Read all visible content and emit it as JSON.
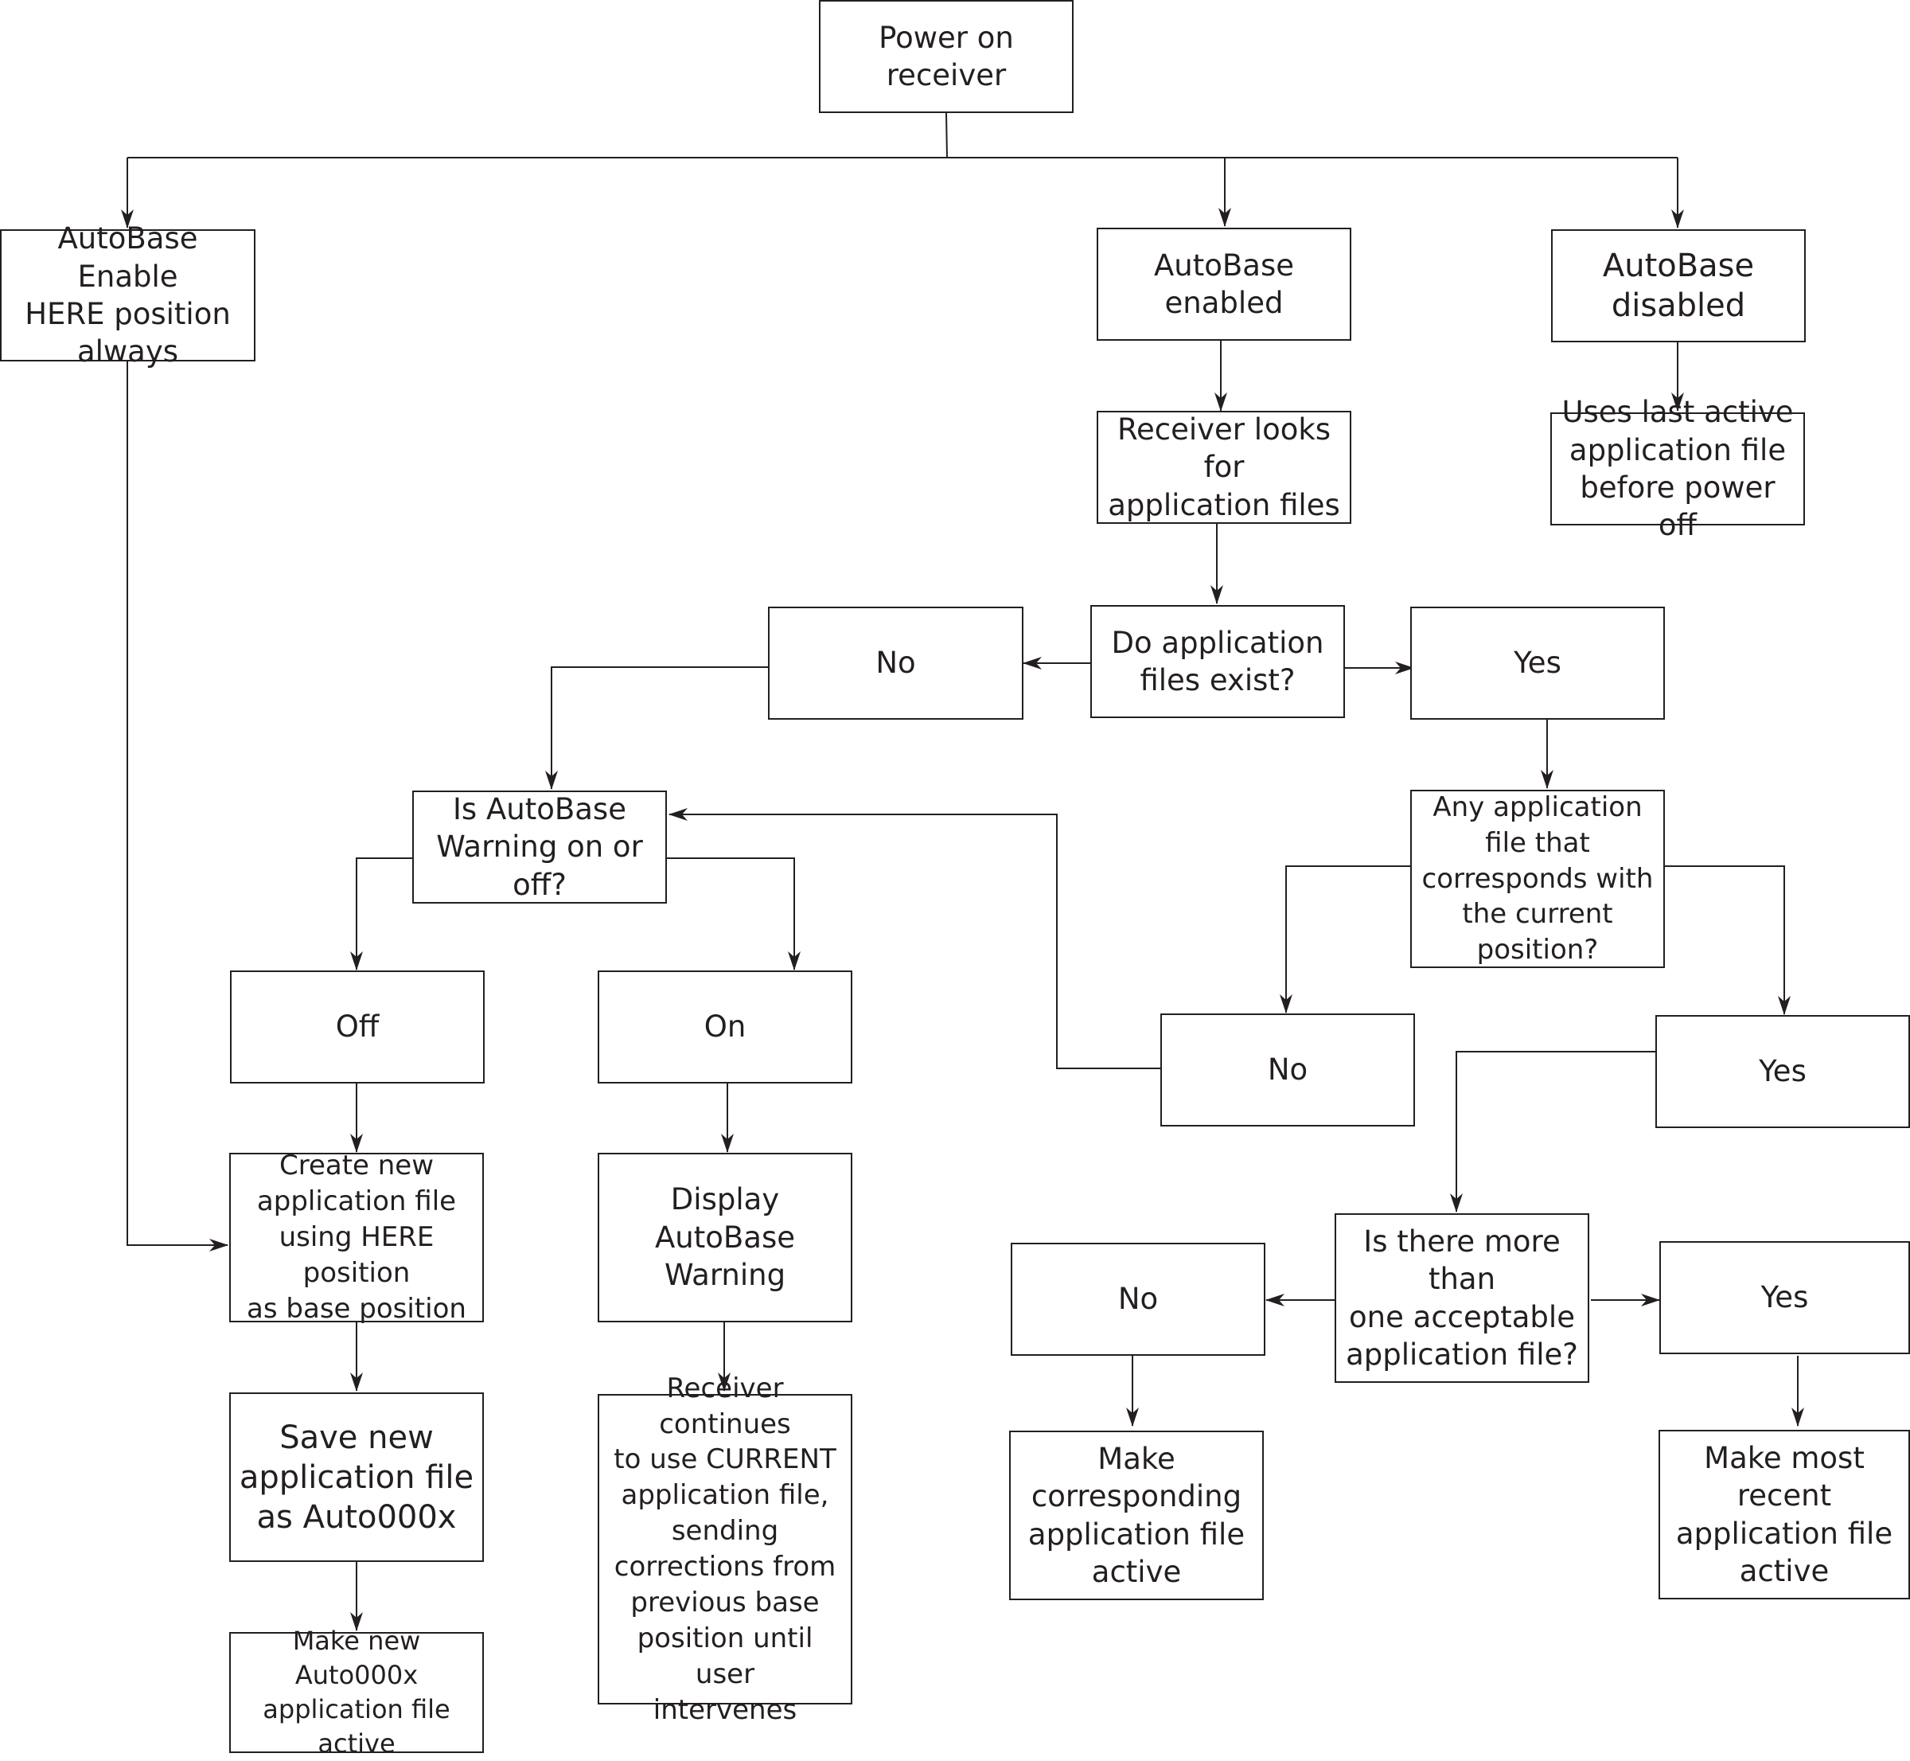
{
  "colors": {
    "line": "#231f20",
    "box_border": "#231f20",
    "background": "#ffffff"
  },
  "nodes": {
    "power_on": "Power on receiver",
    "autobase_enable_here": "AutoBase Enable\nHERE position\nalways",
    "autobase_enabled": "AutoBase enabled",
    "autobase_disabled": "AutoBase\ndisabled",
    "receiver_looks": "Receiver looks for\napplication files",
    "uses_last_active": "Uses last active\napplication file\nbefore power off",
    "do_files_exist": "Do application\nfiles exist?",
    "no_files": "No",
    "yes_files": "Yes",
    "is_warning_on": "Is AutoBase\nWarning on or\noff?",
    "any_corresponding": "Any application\nfile that\ncorresponds with\nthe current\nposition?",
    "warning_off": "Off",
    "warning_on": "On",
    "no_corresponding": "No",
    "yes_corresponding": "Yes",
    "create_new_file": "Create new\napplication file\nusing HERE position\nas base position",
    "display_warning": "Display AutoBase\nWarning",
    "more_than_one": "Is there more than\none acceptable\napplication file?",
    "no_more_than_one": "No",
    "yes_more_than_one": "Yes",
    "save_new_file": "Save new\napplication file\nas Auto000x",
    "receiver_continues": "Receiver continues\nto use CURRENT\napplication file,\nsending\ncorrections from\nprevious base\nposition until user\nintervenes",
    "make_corresponding_active": "Make\ncorresponding\napplication file\nactive",
    "make_most_recent_active": "Make most recent\napplication file\nactive",
    "make_auto000x_active": "Make new Auto000x\napplication file\nactive"
  }
}
